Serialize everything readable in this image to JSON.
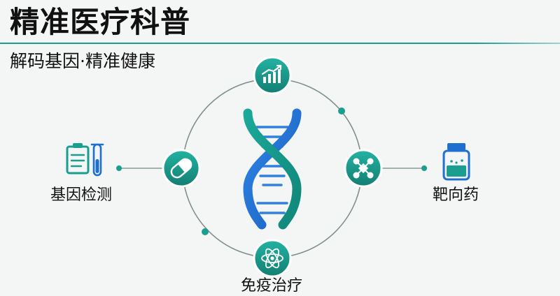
{
  "header": {
    "title": "精准医疗科普",
    "subtitle": "解码基因·精准健康"
  },
  "labels": {
    "left": "基因检测",
    "right": "靶向药",
    "bottom": "免疫治疗"
  },
  "colors": {
    "teal": "#1a9e90",
    "blue": "#1f6fd1",
    "ring": "#8a9a98"
  },
  "icons": {
    "top": "chart-growth-icon",
    "left": "capsule-icon",
    "right": "molecule-icon",
    "bottom": "atom-icon",
    "center": "dna-helix-icon",
    "far_left": "clipboard-test-tube-icon",
    "far_right": "medicine-bottle-icon"
  }
}
